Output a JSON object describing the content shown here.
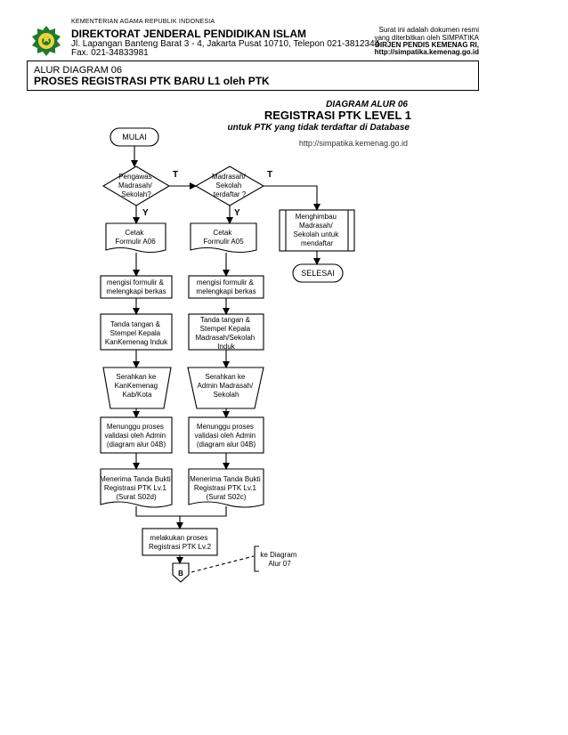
{
  "header": {
    "agency": "KEMENTERIAN AGAMA REPUBLIK INDONESIA",
    "directorate": "DIREKTORAT JENDERAL PENDIDIKAN ISLAM",
    "address": "Jl. Lapangan Banteng Barat 3 - 4, Jakarta Pusat 10710, Telepon 021-3812344",
    "fax": "Fax. 021-34833981",
    "note_line1": "Surat ini adalah dokumen resmi",
    "note_line2": "yang diterbitkan oleh SIMPATIKA",
    "note_line3": "DIRJEN PENDIS KEMENAG RI,",
    "note_url": "http://simpatika.kemenag.go.id"
  },
  "title_box": {
    "line1": "ALUR DIAGRAM 06",
    "line2": "PROSES REGISTRASI PTK BARU L1 oleh PTK"
  },
  "diagram": {
    "label": "DIAGRAM ALUR 06",
    "title": "REGISTRASI PTK LEVEL 1",
    "subtitle": "untuk PTK yang tidak terdaftar di Database",
    "url": "http://simpatika.kemenag.go.id",
    "yes": "Y",
    "no": "T",
    "start": "MULAI",
    "end": "SELESAI",
    "connector": "B",
    "dec1": [
      "Pengawas",
      "Madrasah/",
      "Sekolah?"
    ],
    "dec2": [
      "Madrasah/",
      "Sekolah",
      "terdaftar ?"
    ],
    "notify": [
      "Menghimbau",
      "Madrasah/",
      "Sekolah untuk",
      "mendaftar"
    ],
    "print_a06": [
      "Cetak",
      "Formulir A06"
    ],
    "print_a05": [
      "Cetak",
      "Formulir A05"
    ],
    "fill_left": [
      "mengisi formulir &",
      "melengkapi berkas"
    ],
    "fill_right": [
      "mengisi formulir &",
      "melengkapi berkas"
    ],
    "sign_left": [
      "Tanda tangan &",
      "Stempel Kepala",
      "KanKemenag Induk"
    ],
    "sign_right": [
      "Tanda tangan &",
      "Stempel Kepala",
      "Madrasah/Sekolah",
      "Induk"
    ],
    "submit_left": [
      "Serahkan ke",
      "KanKemenag",
      "Kab/Kota"
    ],
    "submit_right": [
      "Serahkan ke",
      "Admin Madrasah/",
      "Sekolah"
    ],
    "wait_left": [
      "Menunggu proses",
      "validasi oleh Admin",
      "(diagram alur 04B)"
    ],
    "wait_right": [
      "Menunggu proses",
      "validasi oleh Admin",
      "(diagram alur 04B)"
    ],
    "recv_left": [
      "Menerima Tanda Bukti",
      "Registrasi PTK Lv.1",
      "(Surat S02d)"
    ],
    "recv_right": [
      "Menerima Tanda Bukti",
      "Registrasi PTK Lv.1",
      "(Surat S02c)"
    ],
    "lv2": [
      "melakukan proses",
      "Registrasi PTK Lv.2"
    ],
    "annot": [
      "ke Diagram",
      "Alur 07"
    ]
  }
}
